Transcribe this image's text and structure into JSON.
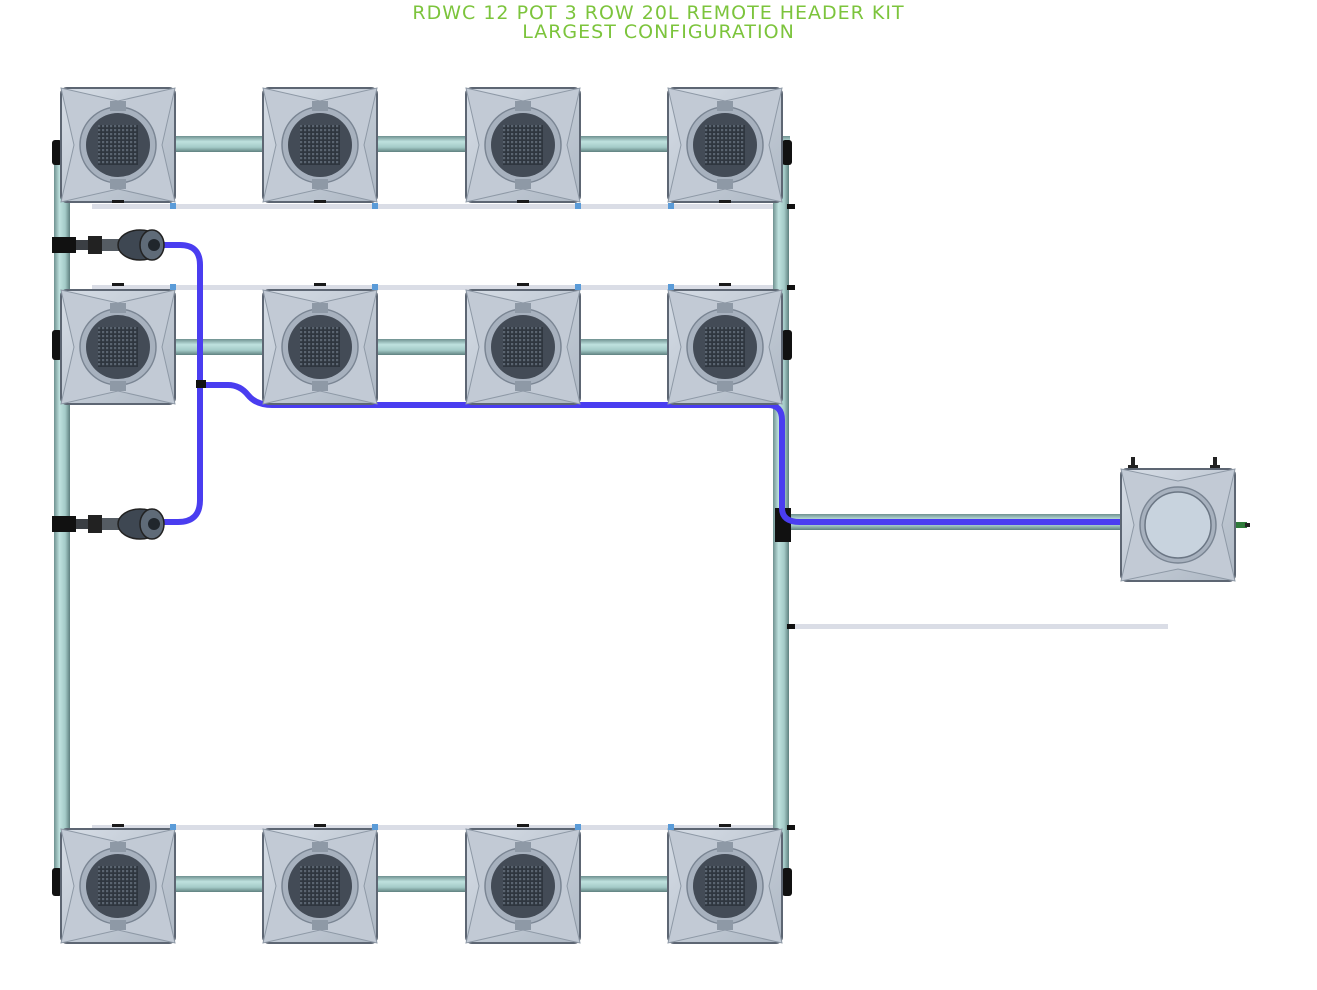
{
  "title": {
    "line1": "RDWC 12 POT 3 ROW 20L REMOTE HEADER KIT",
    "line2": "LARGEST CONFIGURATION"
  },
  "colors": {
    "title_green": "#7cc43c",
    "pipe_teal": "#a9d1cf",
    "pipe_shadow": "#6c8c8a",
    "hose_blue": "#4a3df0",
    "pot_body": "#c5cdd8",
    "pot_dark": "#3d4550",
    "rail_gray": "#dadde6",
    "connector_blue": "#5a9bd8"
  },
  "diagram": {
    "grow_pot_rows": 3,
    "pots_per_row": 4,
    "grow_pot_count": 12,
    "pot_volume": "20L",
    "remote_header_count": 1,
    "pump_count": 2
  }
}
